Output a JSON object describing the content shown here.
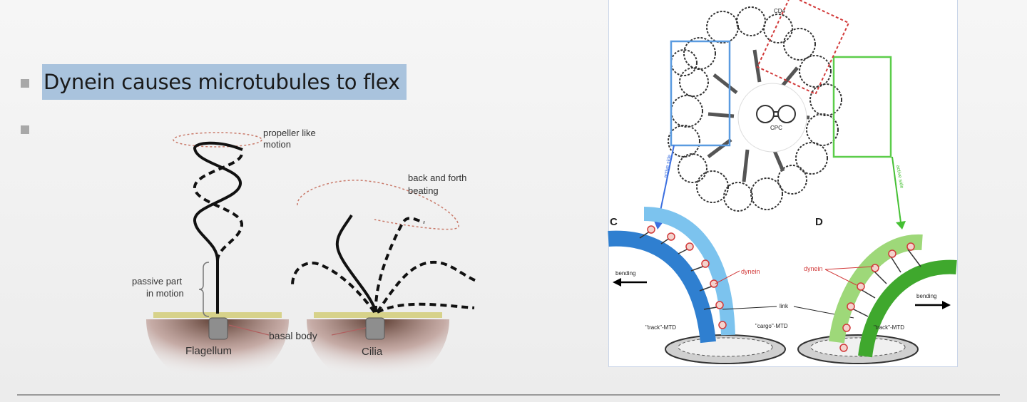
{
  "slide": {
    "bullets": [
      "Dynein causes microtubules to flex",
      ""
    ]
  },
  "flagella_diagram": {
    "propeller_label": [
      "propeller like",
      "motion"
    ],
    "beating_label": [
      "back and forth",
      "beating"
    ],
    "passive_label": [
      "passive part",
      "in motion"
    ],
    "basal_body_label": "basal body",
    "flagellum_label": "Flagellum",
    "cilia_label": "Cilia"
  },
  "axoneme_figure": {
    "panel_c": "C",
    "panel_d": "D",
    "center_label": "CPC",
    "dynein_label": "dynein",
    "link_label": "link",
    "track_mtd": "\"track\"-MTD",
    "cargo_mtd": "\"cargo\"-MTD",
    "bending_label": "bending",
    "active_side": "active side",
    "cd4": "CD4"
  },
  "colors": {
    "highlight": "#a9c3dd",
    "blue_box": "#5a9be0",
    "green_box": "#5ccd4a",
    "red_dashed": "#d23a3a"
  }
}
